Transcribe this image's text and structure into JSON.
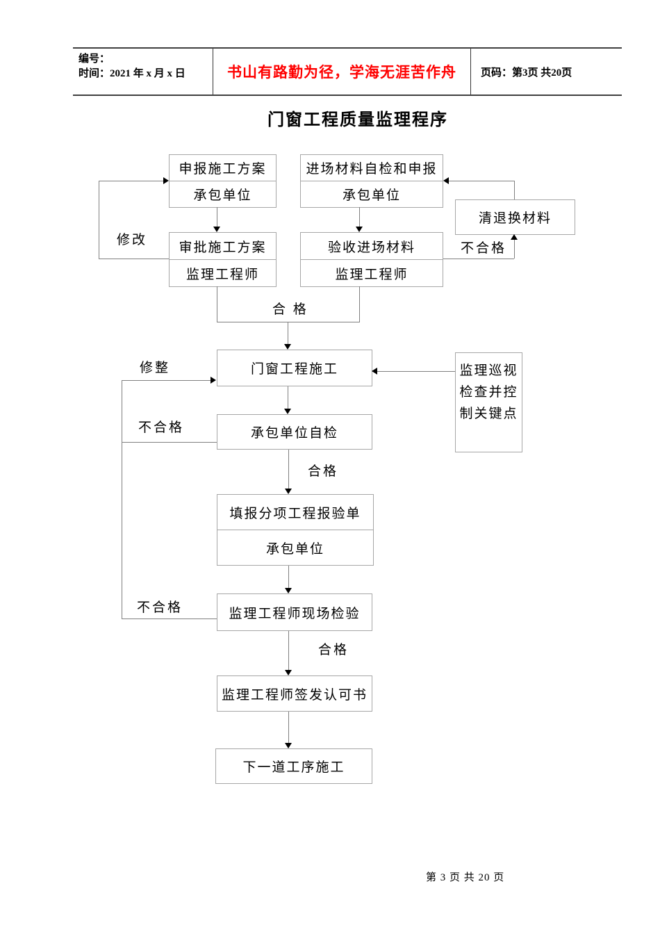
{
  "header": {
    "number_label": "编号：",
    "time_label": "时间：2021 年 x 月 x 日",
    "motto": "书山有路勤为径，学海无涯苦作舟",
    "page_label": "页码：第3页 共20页"
  },
  "title": "门窗工程质量监理程序",
  "flowchart": {
    "nodes": {
      "declare_plan": {
        "top": "申报施工方案",
        "bottom": "承包单位"
      },
      "material_check": {
        "top": "进场材料自检和申报",
        "bottom": "承包单位"
      },
      "approve_plan": {
        "top": "审批施工方案",
        "bottom": "监理工程师"
      },
      "accept_materials": {
        "top": "验收进场材料",
        "bottom": "监理工程师"
      },
      "return_materials": {
        "label": "清退换材料"
      },
      "construction": {
        "label": "门窗工程施工"
      },
      "patrol": {
        "lines": [
          "监理巡视",
          "检查并控",
          "制关键点"
        ]
      },
      "self_inspection": {
        "label": "承包单位自检"
      },
      "fill_form": {
        "top": "填报分项工程报验单",
        "bottom": "承包单位"
      },
      "site_inspection": {
        "label": "监理工程师现场检验"
      },
      "issue_approval": {
        "label": "监理工程师签发认可书"
      },
      "next_process": {
        "label": "下一道工序施工"
      }
    },
    "labels": {
      "modify": "修改",
      "unqualified_materials": "不合格",
      "qualified_plan": "合 格",
      "adjust": "修整",
      "unqualified_self": "不合格",
      "qualified_self": "合格",
      "unqualified_site": "不合格",
      "qualified_site": "合格"
    }
  },
  "footer": {
    "page_text": "第 3 页 共 20 页"
  },
  "colors": {
    "motto_red": "#ff0000",
    "line_gray": "#7f7f7f",
    "box_border_gray": "#a6a6a6",
    "arrow_black": "#000000"
  }
}
